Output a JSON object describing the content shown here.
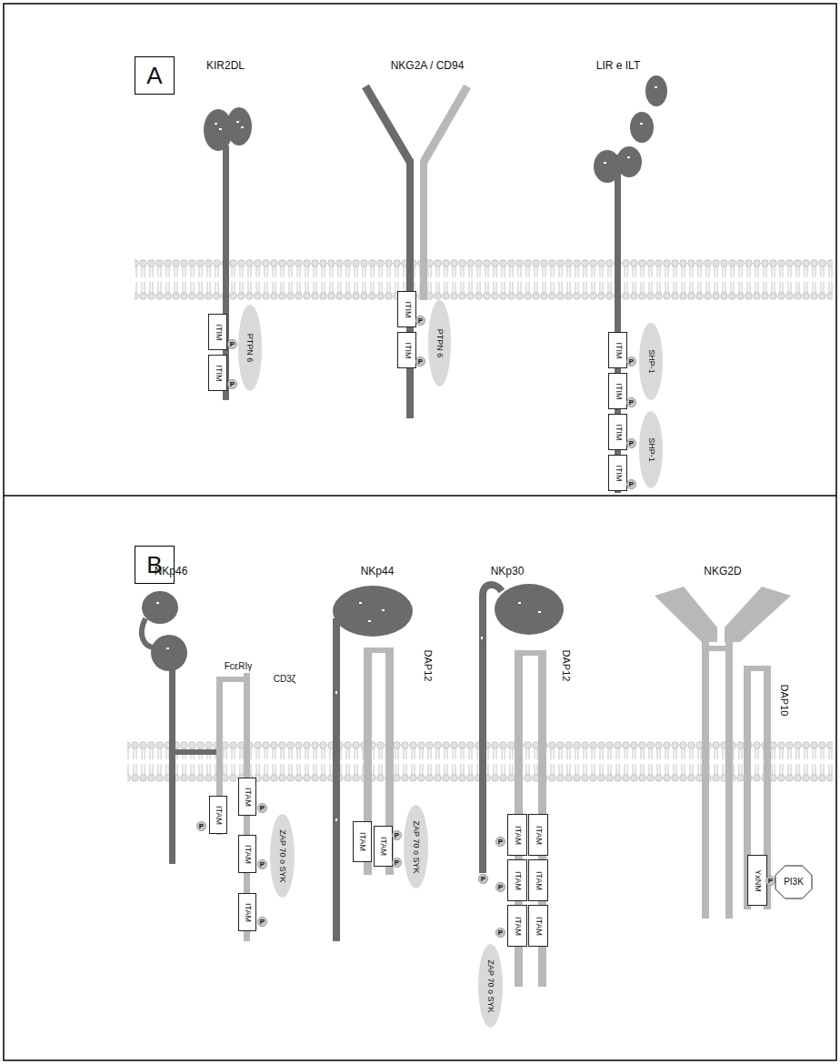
{
  "diagram": {
    "nodes": [
      {
        "text": [
          "A"
        ]
      },
      {
        "text": [
          "ITIM"
        ]
      },
      {
        "text": [
          "ITIM"
        ]
      },
      {
        "text": [
          "P"
        ]
      },
      {
        "text": [
          "P"
        ]
      },
      {
        "text": [
          "PTPN 6"
        ]
      },
      {
        "text": [
          "ITIM"
        ]
      },
      {
        "text": [
          "ITIM"
        ]
      },
      {
        "text": [
          "P"
        ]
      },
      {
        "text": [
          "P"
        ]
      },
      {
        "text": [
          "PTPN 6"
        ]
      },
      {
        "text": [
          "ITIM"
        ]
      },
      {
        "text": [
          "ITIM"
        ]
      },
      {
        "text": [
          "ITIM"
        ]
      },
      {
        "text": [
          "ITIM"
        ]
      },
      {
        "text": [
          "P"
        ]
      },
      {
        "text": [
          "P"
        ]
      },
      {
        "text": [
          "P"
        ]
      },
      {
        "text": [
          "P"
        ]
      },
      {
        "text": [
          "SHP-1"
        ]
      },
      {
        "text": [
          "SHP-1"
        ]
      },
      {
        "text": [
          "B"
        ]
      },
      {
        "text": [
          "ITAM"
        ]
      },
      {
        "text": [
          "ITAM"
        ]
      },
      {
        "text": [
          "ITAM"
        ]
      },
      {
        "text": [
          "ITAM"
        ]
      },
      {
        "text": [
          "P"
        ]
      },
      {
        "text": [
          "P"
        ]
      },
      {
        "text": [
          "P"
        ]
      },
      {
        "text": [
          "P"
        ]
      },
      {
        "text": [
          "ZAP 70 o SYK"
        ]
      },
      {
        "text": [
          "ITAM"
        ]
      },
      {
        "text": [
          "ITAM"
        ]
      },
      {
        "text": [
          "P"
        ]
      },
      {
        "text": [
          "P"
        ]
      },
      {
        "text": [
          "ZAP 70 o SYK"
        ]
      },
      {
        "text": [
          "ITAM"
        ]
      },
      {
        "text": [
          "ITAM"
        ]
      },
      {
        "text": [
          "ITAM"
        ]
      },
      {
        "text": [
          "ITAM"
        ]
      },
      {
        "text": [
          "ITAM"
        ]
      },
      {
        "text": [
          "ITAM"
        ]
      },
      {
        "text": [
          "P"
        ]
      },
      {
        "text": [
          "P"
        ]
      },
      {
        "text": [
          "P"
        ]
      },
      {
        "text": [
          "P"
        ]
      },
      {
        "text": [
          "ZAP 70 o SYK"
        ]
      },
      {
        "text": [
          "YxNM"
        ]
      },
      {
        "text": [
          "P"
        ]
      },
      {
        "text": [
          "PI3K"
        ]
      }
    ],
    "labels": [
      "KIR2DL",
      "NKG2A / CD94",
      "LIR e ILT",
      "NKp46",
      "FcεRIγ",
      "CD3ζ",
      "NKp44",
      "DAP12",
      "NKp30",
      "DAP12",
      "NKG2D",
      "DAP10"
    ]
  }
}
